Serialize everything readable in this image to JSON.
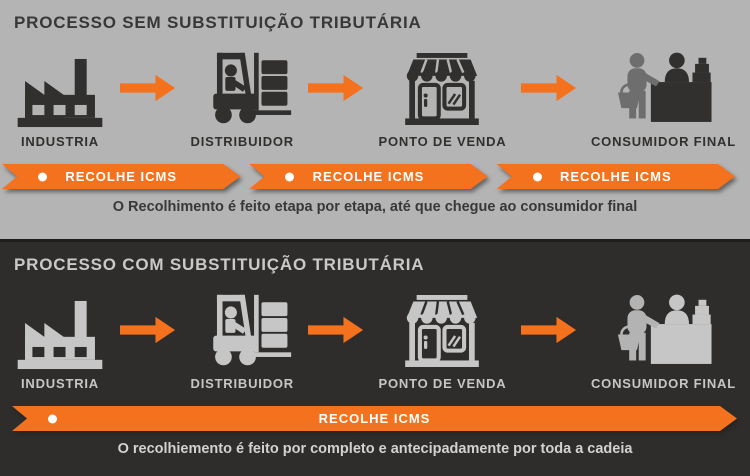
{
  "colors": {
    "orange": "#f4711d",
    "top_background": "#b4b4b4",
    "bottom_background": "#2e2d2b",
    "top_icon": "#31302e",
    "bottom_icon": "#c6c6c6",
    "ribbon_text": "#ffffff"
  },
  "panels": [
    {
      "title": "PROCESSO SEM SUBSTITUIÇÃO TRIBUTÁRIA",
      "stages": [
        {
          "label": "INDUSTRIA",
          "icon": "factory-icon"
        },
        {
          "label": "DISTRIBUIDOR",
          "icon": "forklift-icon"
        },
        {
          "label": "PONTO DE VENDA",
          "icon": "storefront-icon"
        },
        {
          "label": "CONSUMIDOR FINAL",
          "icon": "checkout-icon"
        }
      ],
      "ribbons": [
        {
          "label": "RECOLHE ICMS"
        },
        {
          "label": "RECOLHE ICMS"
        },
        {
          "label": "RECOLHE ICMS"
        }
      ],
      "caption": "O Recolhimento é feito etapa por etapa, até que chegue ao consumidor final"
    },
    {
      "title": "PROCESSO COM SUBSTITUIÇÃO TRIBUTÁRIA",
      "stages": [
        {
          "label": "INDUSTRIA",
          "icon": "factory-icon"
        },
        {
          "label": "DISTRIBUIDOR",
          "icon": "forklift-icon"
        },
        {
          "label": "PONTO DE VENDA",
          "icon": "storefront-icon"
        },
        {
          "label": "CONSUMIDOR FINAL",
          "icon": "checkout-icon"
        }
      ],
      "ribbons": [
        {
          "label": "RECOLHE ICMS"
        }
      ],
      "caption": "O recolhiemento é feito por completo e antecipadamente por toda a cadeia"
    }
  ]
}
